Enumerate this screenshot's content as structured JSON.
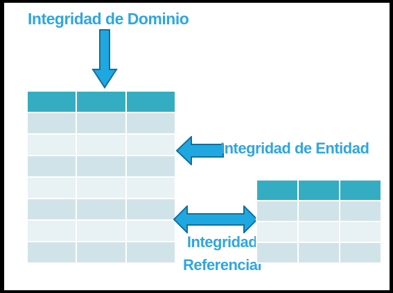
{
  "labels": {
    "domain_integrity": "Integridad de Dominio",
    "entity_integrity": "Integridad de Entidad",
    "referential_integrity_line1": "Integridad",
    "referential_integrity_line2": "Referencial"
  },
  "colors": {
    "label_text": "#2fa6e0",
    "arrow_fill": "#1fa8e0",
    "arrow_stroke": "#0f6f9e",
    "table_header": "#34adc2",
    "table_row_dark": "#d0e3e8",
    "table_row_light": "#e8f1f3"
  },
  "tables": {
    "main": {
      "columns": 3,
      "body_rows": 7
    },
    "referenced": {
      "columns": 3,
      "body_rows": 3
    }
  }
}
